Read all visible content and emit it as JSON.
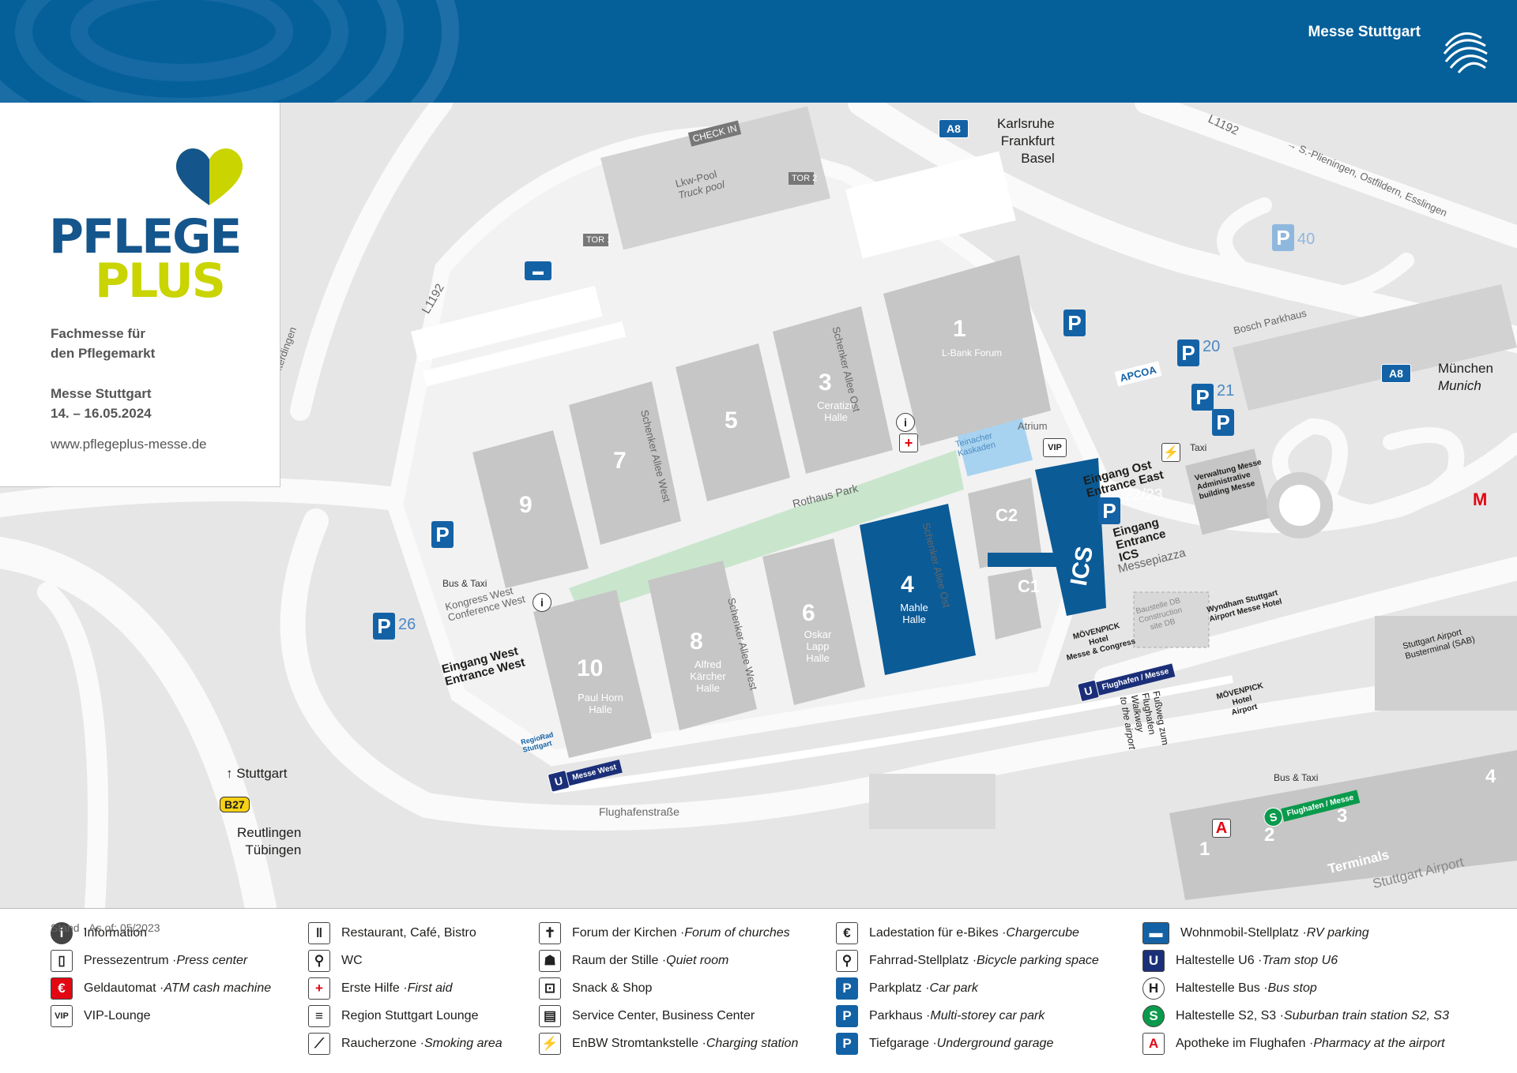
{
  "header": {
    "brand": "Messe Stuttgart"
  },
  "event": {
    "logo_line1": "PFLEGE",
    "logo_line2": "PLUS",
    "tagline_1": "Fachmesse für",
    "tagline_2": "den Pflegemarkt",
    "venue": "Messe Stuttgart",
    "dates": "14. – 16.05.2024",
    "website": "www.pflegeplus-messe.de"
  },
  "colors": {
    "header": "#05609a",
    "highlight_hall": "#0b5b97",
    "park": "#c9e6cd",
    "logo_blue": "#14558c",
    "logo_yellow": "#c9d400"
  },
  "halls": [
    {
      "id": "1",
      "name": "L-Bank Forum"
    },
    {
      "id": "3",
      "name": "Ceratizit Halle"
    },
    {
      "id": "5",
      "name": ""
    },
    {
      "id": "7",
      "name": ""
    },
    {
      "id": "9",
      "name": ""
    },
    {
      "id": "10",
      "name": "Paul Horn Halle"
    },
    {
      "id": "8",
      "name": "Alfred Kärcher Halle"
    },
    {
      "id": "6",
      "name": "Oskar Lapp Halle"
    },
    {
      "id": "4",
      "name": "Mahle Halle",
      "highlighted": true
    },
    {
      "id": "C2",
      "name": ""
    },
    {
      "id": "C1",
      "name": ""
    },
    {
      "id": "ICS",
      "name": "",
      "highlighted": true
    }
  ],
  "map_labels": {
    "a8_shield": "A8",
    "a8_west_1": "Karlsruhe",
    "a8_west_2": "Frankfurt",
    "a8_west_3": "Basel",
    "a8_east_1": "München",
    "a8_east_2": "Munich",
    "l1192_a": "L1192",
    "l1192_b": "L1192",
    "plieningen": "→ S.-Plieningen, Ostfildern, Esslingen",
    "leinfelden": "← Leinfelden-Echterdingen",
    "check_in": "CHECK IN",
    "lkw_pool_1": "Lkw-Pool",
    "lkw_pool_2": "Truck pool",
    "tor1": "TOR 1",
    "tor2": "TOR 2",
    "schenker_west_1": "Schenker Allee West",
    "schenker_west_2": "Schenker Allee West",
    "schenker_ost_1": "Schenker Allee Ost",
    "schenker_ost_2": "Schenker Allee Ost",
    "rothaus_park": "Rothaus Park",
    "teinacher": "Teinacher Kaskaden",
    "atrium": "Atrium",
    "vip": "VIP",
    "eingang_ost_1": "Eingang Ost",
    "eingang_ost_2": "Entrance East",
    "eingang_ics_1": "Eingang",
    "eingang_ics_2": "Entrance",
    "eingang_ics_3": "ICS",
    "messepiazza": "Messepiazza",
    "eingang_west_1": "Eingang West",
    "eingang_west_2": "Entrance West",
    "kongress_west_1": "Kongress West",
    "kongress_west_2": "Conference West",
    "bus_taxi_w": "Bus & Taxi",
    "bus_taxi_e": "Bus & Taxi",
    "taxi": "Taxi",
    "p26": "26",
    "p20": "20",
    "p21": "21",
    "p40": "40",
    "p22": "22/23",
    "bosch_parkhaus": "Bosch Parkhaus",
    "apcoa": "APCOA",
    "verwaltung_1": "Verwaltung Messe",
    "verwaltung_2": "Administrative",
    "verwaltung_3": "building Messe",
    "baustelle_1": "Baustelle DB",
    "baustelle_2": "Construction",
    "baustelle_3": "site DB",
    "wyndham_1": "Wyndham Stuttgart",
    "wyndham_2": "Airport Messe Hotel",
    "movenpick_1": "MÖVENPICK",
    "movenpick_2": "Hotel",
    "movenpick_3": "Messe & Congress",
    "movenpick_air_1": "MÖVENPICK",
    "movenpick_air_2": "Hotel",
    "movenpick_air_3": "Airport",
    "sab_1": "Stuttgart Airport",
    "sab_2": "Busterminal (SAB)",
    "u_flughafen": "Flughafen / Messe",
    "u_messe_west": "Messe West",
    "s_flughafen": "Flughafen / Messe",
    "fussweg_1": "Fußweg zum",
    "fussweg_2": "Flughafen",
    "walkway_1": "Walkway",
    "walkway_2": "to the airport",
    "flughafenstrasse": "Flughafenstraße",
    "terminals": "Terminals",
    "stuttgart_airport": "Stuttgart Airport",
    "t1": "1",
    "t2": "2",
    "t3": "3",
    "t4": "4",
    "stuttgart": "Stuttgart",
    "b27": "B27",
    "reutlingen": "Reutlingen",
    "tuebingen": "Tübingen",
    "regiorad_1": "RegioRad",
    "regiorad_2": "Stuttgart"
  },
  "legend": {
    "stand": "Stand · As of: 05/2023",
    "columns": [
      [
        {
          "icon": "info-icon",
          "glyph": "i",
          "label": "Information",
          "en": ""
        },
        {
          "icon": "press-center-icon",
          "glyph": "▯",
          "label": "Pressezentrum · ",
          "en": "Press center"
        },
        {
          "icon": "atm-icon",
          "glyph": "€",
          "label": "Geldautomat · ",
          "en": "ATM cash machine"
        },
        {
          "icon": "vip-icon",
          "glyph": "VIP",
          "label": "VIP-Lounge",
          "en": ""
        }
      ],
      [
        {
          "icon": "restaurant-icon",
          "glyph": "‖",
          "label": "Restaurant, Café, Bistro",
          "en": ""
        },
        {
          "icon": "wc-icon",
          "glyph": "⚲",
          "label": "WC",
          "en": ""
        },
        {
          "icon": "first-aid-icon",
          "glyph": "+",
          "label": "Erste Hilfe · ",
          "en": "First aid"
        },
        {
          "icon": "lounge-icon",
          "glyph": "≡",
          "label": "Region Stuttgart Lounge",
          "en": ""
        },
        {
          "icon": "smoking-icon",
          "glyph": "⟋",
          "label": "Raucherzone · ",
          "en": "Smoking area"
        }
      ],
      [
        {
          "icon": "cross-icon",
          "glyph": "✝",
          "label": "Forum der Kirchen · ",
          "en": "Forum of churches"
        },
        {
          "icon": "quiet-room-icon",
          "glyph": "☗",
          "label": "Raum der Stille · ",
          "en": "Quiet room"
        },
        {
          "icon": "shopping-cart-icon",
          "glyph": "⊡",
          "label": "Snack & Shop",
          "en": ""
        },
        {
          "icon": "printer-icon",
          "glyph": "▤",
          "label": "Service Center, Business Center",
          "en": ""
        },
        {
          "icon": "charging-icon",
          "glyph": "⚡",
          "label": "EnBW Stromtankstelle · ",
          "en": "Charging station"
        }
      ],
      [
        {
          "icon": "ebike-charge-icon",
          "glyph": "€",
          "label": "Ladestation für e-Bikes · ",
          "en": "Chargercube"
        },
        {
          "icon": "bicycle-icon",
          "glyph": "⚲",
          "label": "Fahrrad-Stellplatz · ",
          "en": "Bicycle parking space"
        },
        {
          "icon": "parking-icon",
          "glyph": "P",
          "label": "Parkplatz · ",
          "en": "Car park"
        },
        {
          "icon": "multistorey-parking-icon",
          "glyph": "P",
          "label": "Parkhaus · ",
          "en": "Multi-storey car park"
        },
        {
          "icon": "underground-parking-icon",
          "glyph": "P",
          "label": "Tiefgarage · ",
          "en": "Underground garage"
        }
      ],
      [
        {
          "icon": "rv-icon",
          "glyph": "▬",
          "label": "Wohnmobil-Stellplatz · ",
          "en": "RV parking"
        },
        {
          "icon": "u-bahn-icon",
          "glyph": "U",
          "label": "Haltestelle U6 · ",
          "en": "Tram stop U6"
        },
        {
          "icon": "bus-stop-icon",
          "glyph": "H",
          "label": "Haltestelle Bus · ",
          "en": "Bus stop"
        },
        {
          "icon": "s-bahn-icon",
          "glyph": "S",
          "label": "Haltestelle S2, S3 · ",
          "en": "Suburban train station S2, S3"
        },
        {
          "icon": "pharmacy-icon",
          "glyph": "A",
          "label": "Apotheke im Flughafen · ",
          "en": "Pharmacy at the airport"
        }
      ]
    ]
  }
}
